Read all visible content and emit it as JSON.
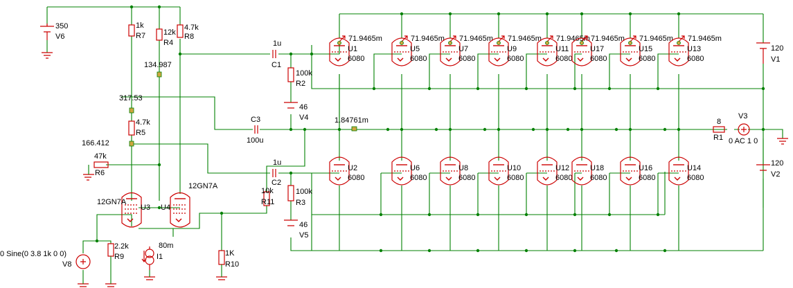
{
  "labels": {
    "v6_val": "350",
    "v6_name": "V6",
    "r7_val": "1k",
    "r7_name": "R7",
    "r4_val": "12k",
    "r4_name": "R4",
    "r8_val": "4.7k",
    "r8_name": "R8",
    "node_134": "134.987",
    "node_317": "317.53",
    "r5_val": "4.7k",
    "r5_name": "R5",
    "node_166": "166.412",
    "r6_val": "47k",
    "r6_name": "R6",
    "u3_type": "12GN7A",
    "u3_name": "U3",
    "u4_type": "12GN7A",
    "u4_name": "U4",
    "c1_val": "1u",
    "c1_name": "C1",
    "r2_val": "100k",
    "r2_name": "R2",
    "v4_val": "46",
    "v4_name": "V4",
    "c3_name": "C3",
    "c3_val": "100u",
    "node_out": "1.84761m",
    "c2_val": "1u",
    "c2_name": "C2",
    "r3_val": "100k",
    "r3_name": "R3",
    "v5_val": "46",
    "v5_name": "V5",
    "r11_val": "10k",
    "r11_name": "R11",
    "v8_val": "0 Sine(0 3.8 1k 0 0)",
    "v8_name": "V8",
    "r9_val": "2.2k",
    "r9_name": "R9",
    "i1_val": "80m",
    "i1_name": "I1",
    "r10_val": "1K",
    "r10_name": "R10",
    "r1_val": "8",
    "r1_name": "R1",
    "v3_name": "V3",
    "v3_val": "0 AC 1 0",
    "v1_val": "120",
    "v1_name": "V1",
    "v2_val": "120",
    "v2_name": "V2",
    "probe_current": "71.9465m",
    "tube_type": "6080"
  },
  "upper_tubes": [
    "U1",
    "U5",
    "U7",
    "U9",
    "U11",
    "U17",
    "U15",
    "U13"
  ],
  "lower_tubes": [
    "U2",
    "U6",
    "U8",
    "U10",
    "U12",
    "U18",
    "U16",
    "U14"
  ]
}
